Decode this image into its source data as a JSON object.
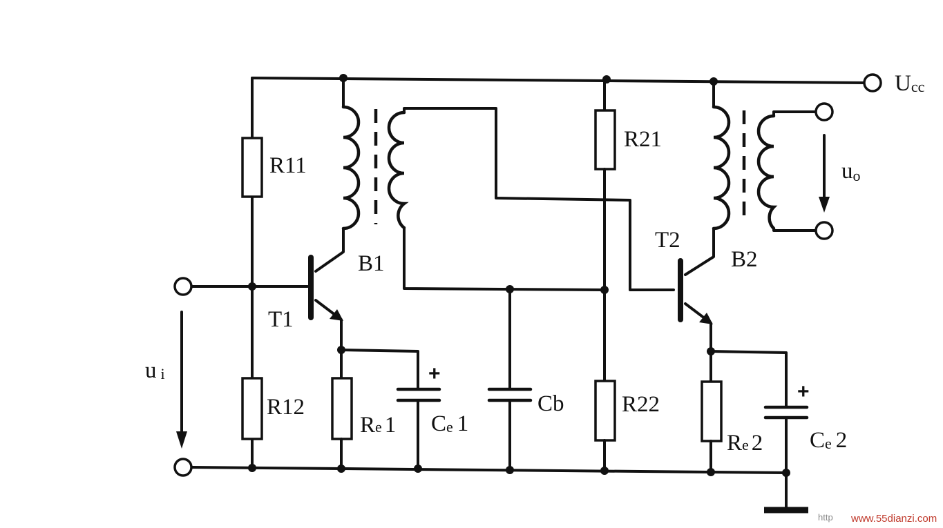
{
  "labels": {
    "ucc": "U",
    "ucc_sub": "cc",
    "uo": "u",
    "uo_sub": "o",
    "ui": "u",
    "ui_sub": "i",
    "r11": "R11",
    "r12": "R12",
    "r21": "R21",
    "r22": "R22",
    "re1_main": "R",
    "re1_sub": "e",
    "re1_num": "1",
    "re2_main": "R",
    "re2_sub": "e",
    "re2_num": "2",
    "ce1_main": "C",
    "ce1_sub": "e",
    "ce1_num": "1",
    "ce2_main": "C",
    "ce2_sub": "e",
    "ce2_num": "2",
    "cb": "Cb",
    "b1": "B1",
    "b2": "B2",
    "t1": "T1",
    "t2": "T2",
    "plus": "+"
  },
  "watermark": {
    "prefix": "http",
    "site": "www.55dianzi.com"
  }
}
